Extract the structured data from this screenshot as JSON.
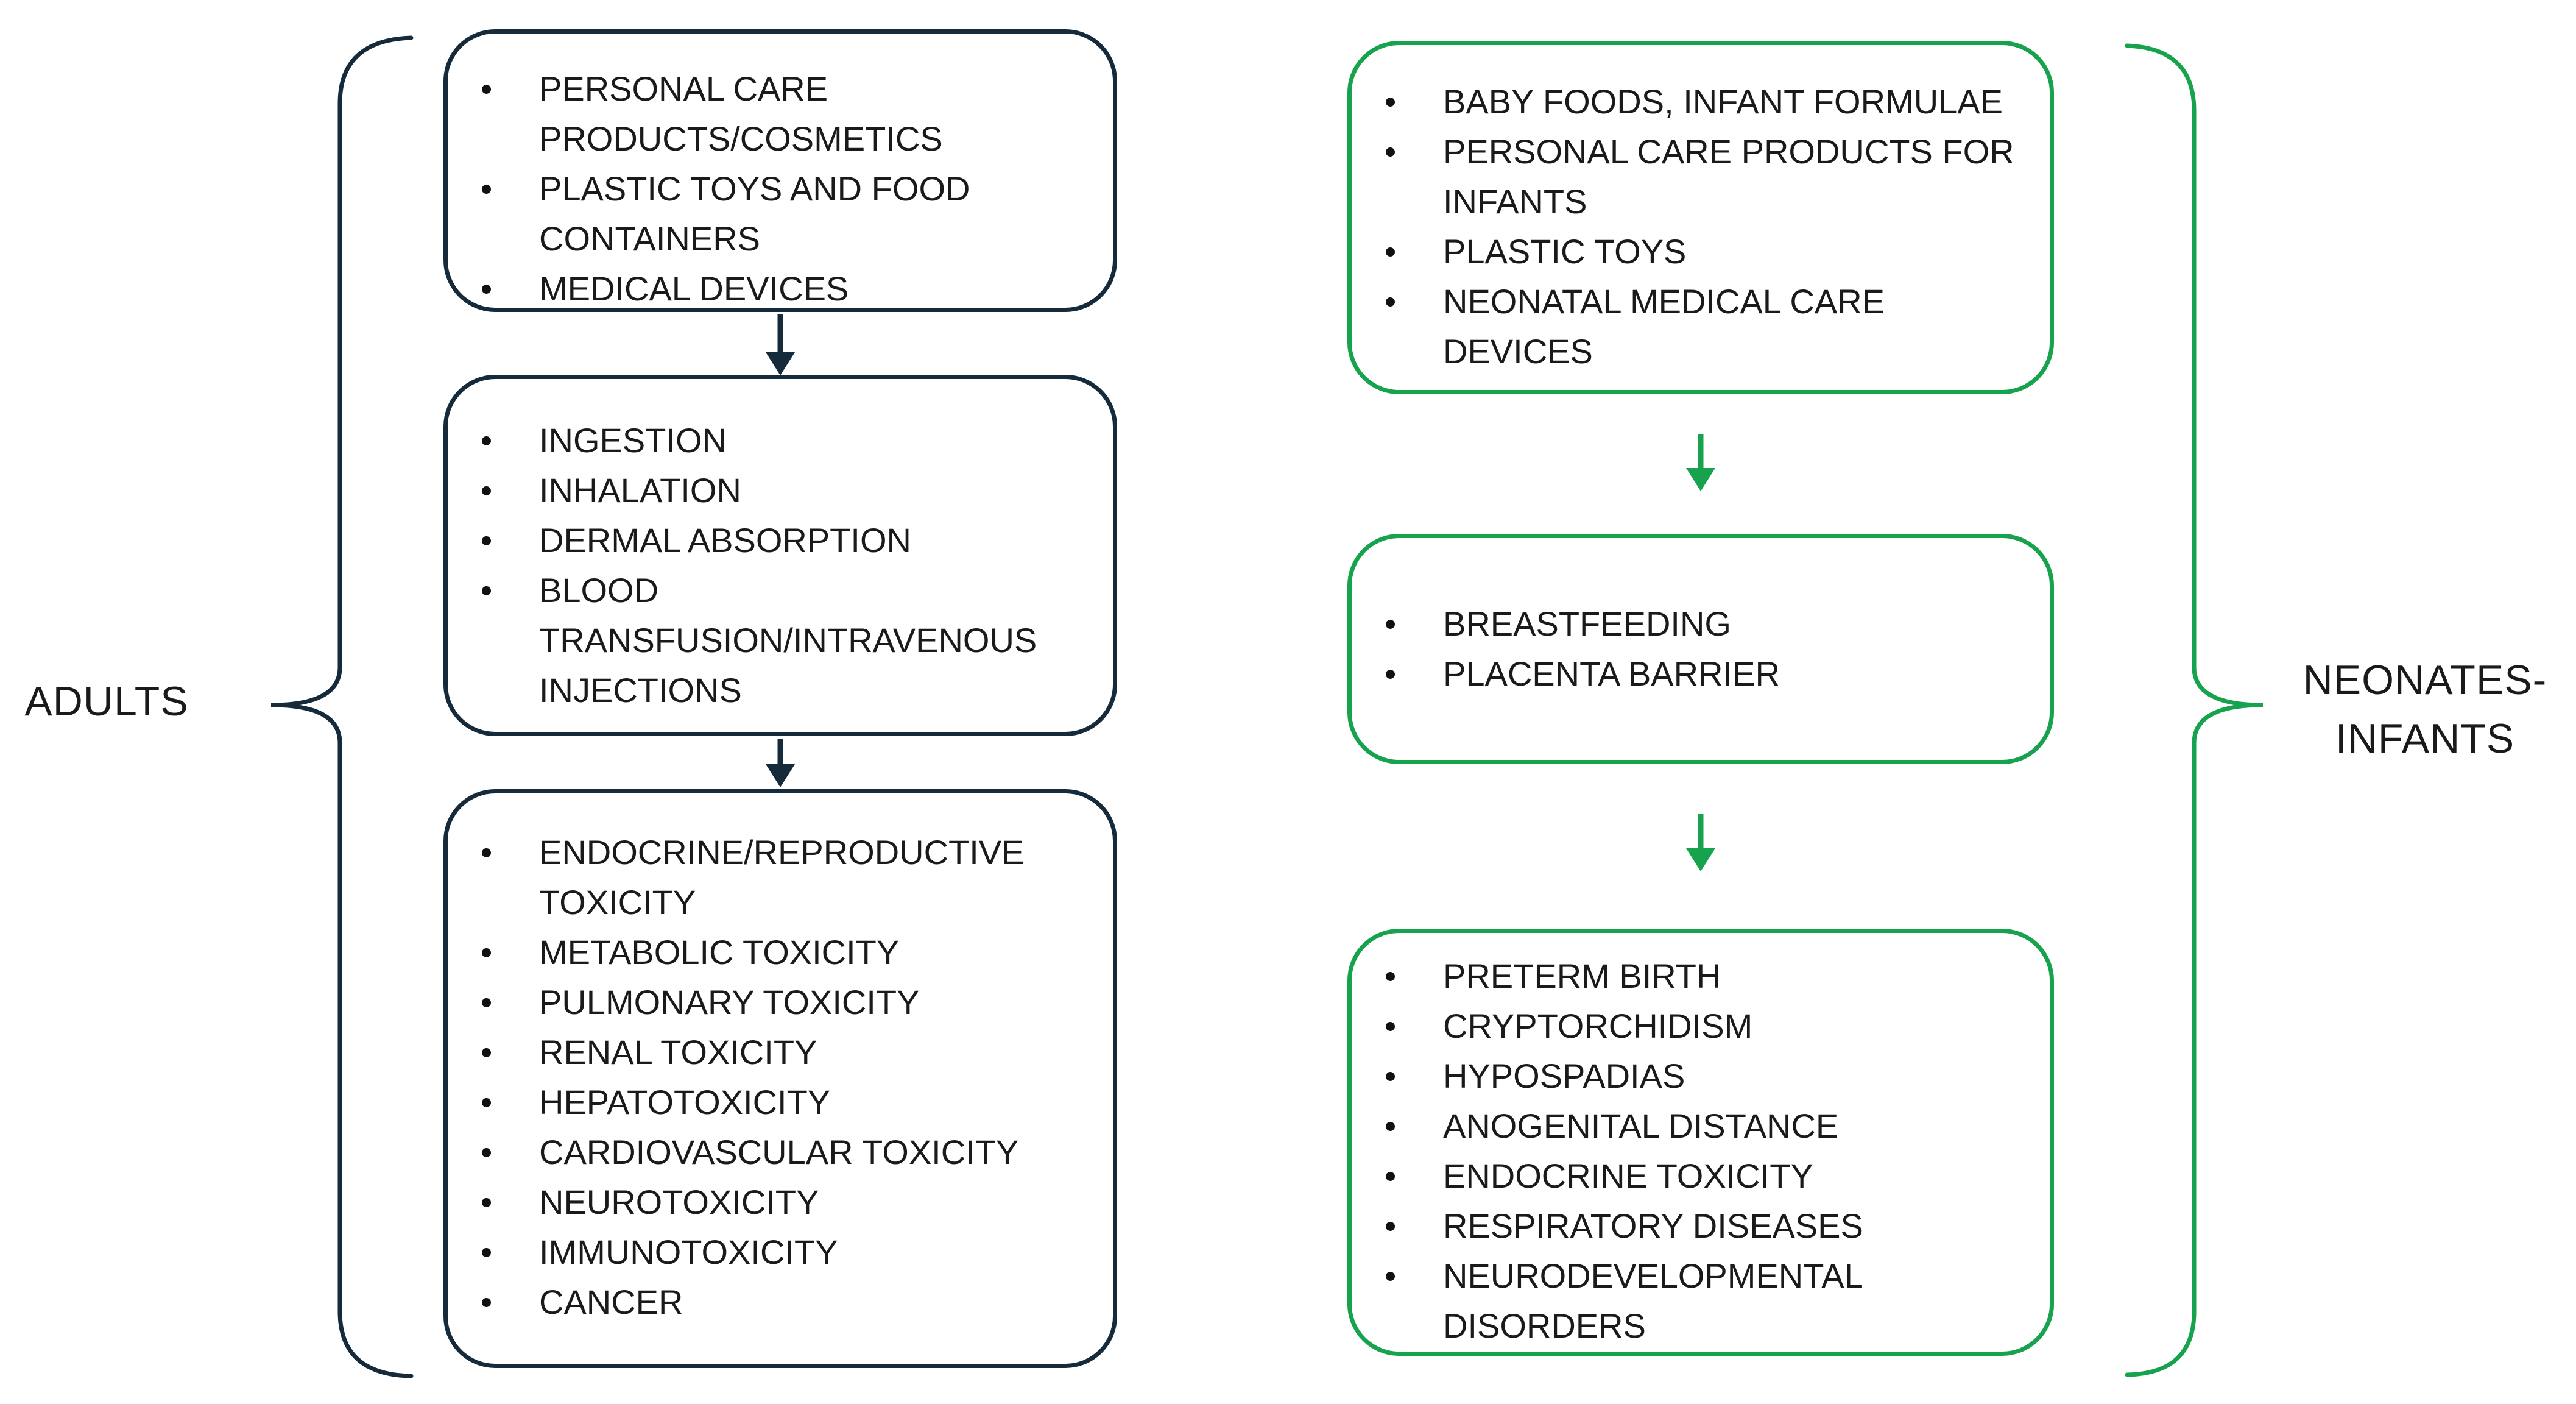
{
  "colors": {
    "adults_accent": "#152A3B",
    "neonates_accent": "#17A24E",
    "text": "#1A1A1A",
    "background": "#FFFFFF"
  },
  "adults": {
    "label": "ADULTS",
    "boxes": {
      "sources": {
        "items": [
          "PERSONAL CARE PRODUCTS/COSMETICS",
          "PLASTIC TOYS AND FOOD CONTAINERS",
          "MEDICAL DEVICES"
        ]
      },
      "exposure_routes": {
        "items": [
          "INGESTION",
          "INHALATION",
          "DERMAL ABSORPTION",
          "BLOOD TRANSFUSION/INTRAVENOUS INJECTIONS"
        ]
      },
      "health_outcomes": {
        "items": [
          "ENDOCRINE/REPRODUCTIVE TOXICITY",
          "METABOLIC TOXICITY",
          "PULMONARY TOXICITY",
          "RENAL TOXICITY",
          "HEPATOTOXICITY",
          "CARDIOVASCULAR TOXICITY",
          "NEUROTOXICITY",
          "IMMUNOTOXICITY",
          "CANCER"
        ]
      }
    }
  },
  "neonates": {
    "label": "NEONATES-INFANTS",
    "label_lines": [
      "NEONATES-",
      "INFANTS"
    ],
    "boxes": {
      "sources": {
        "items": [
          "BABY FOODS, INFANT FORMULAE",
          "PERSONAL CARE PRODUCTS FOR INFANTS",
          "PLASTIC TOYS",
          "NEONATAL MEDICAL CARE DEVICES"
        ]
      },
      "transfer_routes": {
        "items": [
          "BREASTFEEDING",
          "PLACENTA BARRIER"
        ]
      },
      "health_outcomes": {
        "items": [
          "PRETERM BIRTH",
          "CRYPTORCHIDISM",
          "HYPOSPADIAS",
          "ANOGENITAL DISTANCE",
          "ENDOCRINE TOXICITY",
          "RESPIRATORY DISEASES",
          "NEURODEVELOPMENTAL DISORDERS"
        ]
      }
    }
  }
}
